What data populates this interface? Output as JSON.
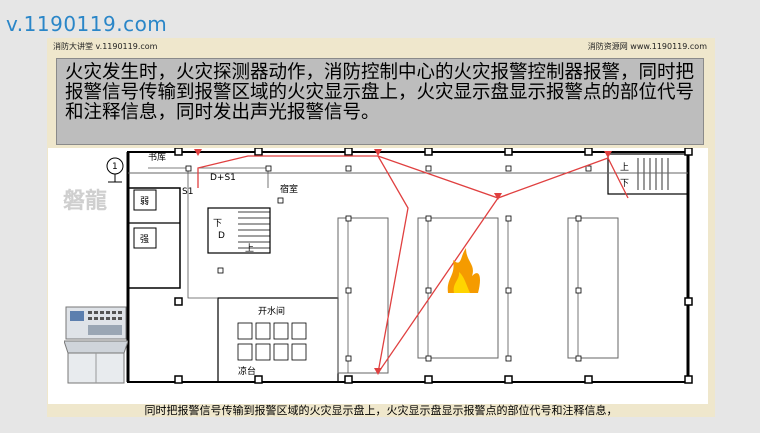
{
  "site_watermark": "v.1190119.com",
  "header": {
    "left": "消防大讲堂 v.1190119.com",
    "right": "消防资源网 www.1190119.com"
  },
  "banner_text": "火灾发生时，火灾探测器动作，消防控制中心的火灾报警控制器报警，同时把报警信号传输到报警区域的火灾显示盘上，火灾显示盘显示报警点的部位代号和注释信息，同时发出声光报警信号。",
  "caption": "同时把报警信号传输到报警区域的火灾显示盘上，火灾显示盘显示报警点的部位代号和注释信息，",
  "plan_labels": {
    "storage": "书库",
    "s1": "S1",
    "d_s1": "D+S1",
    "d": "D",
    "weak_room": "弱",
    "strong_room": "强",
    "up_left": "上",
    "down_left": "下",
    "up_right": "上",
    "down_right": "下",
    "small_room": "宿室",
    "water_room": "开水间",
    "cool_room": "凉台",
    "ground_symbol": "1",
    "watermark": "磐龍"
  },
  "colors": {
    "alarm_line": "#e04040",
    "wall": "#000000",
    "background": "#efe7cc",
    "banner": "#bdbdbd",
    "brand": "#2a86c8"
  }
}
